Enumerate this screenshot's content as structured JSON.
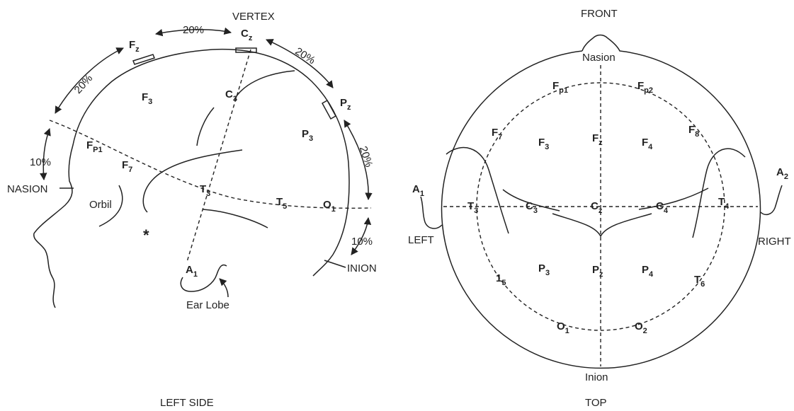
{
  "side_view": {
    "vertex": "VERTEX",
    "nasion": "NASION",
    "inion": "INION",
    "orbit": "Orbil",
    "ear_lobe": "Ear Lobe",
    "asterisk": "*",
    "caption": "LEFT SIDE",
    "pct_fz_cz": "20%",
    "pct_cz_pz": "20%",
    "pct_fp_fz": "20%",
    "pct_pz_o": "20%",
    "pct_nasion_fp": "10%",
    "pct_o_inion": "10%",
    "electrodes": [
      {
        "id": "fz",
        "base": "F",
        "sub": "z"
      },
      {
        "id": "cz",
        "base": "C",
        "sub": "z"
      },
      {
        "id": "pz",
        "base": "P",
        "sub": "z"
      },
      {
        "id": "f3",
        "base": "F",
        "sub": "3"
      },
      {
        "id": "c3",
        "base": "C",
        "sub": "3"
      },
      {
        "id": "p3",
        "base": "P",
        "sub": "3"
      },
      {
        "id": "fp1",
        "base": "F",
        "sub": "P1"
      },
      {
        "id": "f7",
        "base": "F",
        "sub": "7"
      },
      {
        "id": "t3",
        "base": "T",
        "sub": "3"
      },
      {
        "id": "t5",
        "base": "T",
        "sub": "5"
      },
      {
        "id": "o1",
        "base": "O",
        "sub": "1"
      },
      {
        "id": "a1",
        "base": "A",
        "sub": "1"
      }
    ]
  },
  "top_view": {
    "front": "FRONT",
    "nasion": "Nasion",
    "inion": "Inion",
    "left": "LEFT",
    "right": "RIGHT",
    "caption": "TOP",
    "electrodes": [
      {
        "id": "fp1",
        "base": "F",
        "sub": "p1"
      },
      {
        "id": "fp2",
        "base": "F",
        "sub": "p2"
      },
      {
        "id": "f7",
        "base": "F",
        "sub": "7"
      },
      {
        "id": "f3",
        "base": "F",
        "sub": "3"
      },
      {
        "id": "fz",
        "base": "F",
        "sub": "z"
      },
      {
        "id": "f4",
        "base": "F",
        "sub": "4"
      },
      {
        "id": "f8",
        "base": "F",
        "sub": "8"
      },
      {
        "id": "a1",
        "base": "A",
        "sub": "1"
      },
      {
        "id": "a2",
        "base": "A",
        "sub": "2"
      },
      {
        "id": "t3",
        "base": "T",
        "sub": "3"
      },
      {
        "id": "c3",
        "base": "C",
        "sub": "3"
      },
      {
        "id": "cz",
        "base": "C",
        "sub": "z"
      },
      {
        "id": "c4",
        "base": "C",
        "sub": "4"
      },
      {
        "id": "t4",
        "base": "T",
        "sub": "4"
      },
      {
        "id": "p3",
        "base": "P",
        "sub": "3"
      },
      {
        "id": "pz",
        "base": "P",
        "sub": "z"
      },
      {
        "id": "p4",
        "base": "P",
        "sub": "4"
      },
      {
        "id": "t5",
        "base": "1",
        "sub": "5"
      },
      {
        "id": "t6",
        "base": "T",
        "sub": "6"
      },
      {
        "id": "o1",
        "base": "O",
        "sub": "1"
      },
      {
        "id": "o2",
        "base": "O",
        "sub": "2"
      }
    ]
  }
}
